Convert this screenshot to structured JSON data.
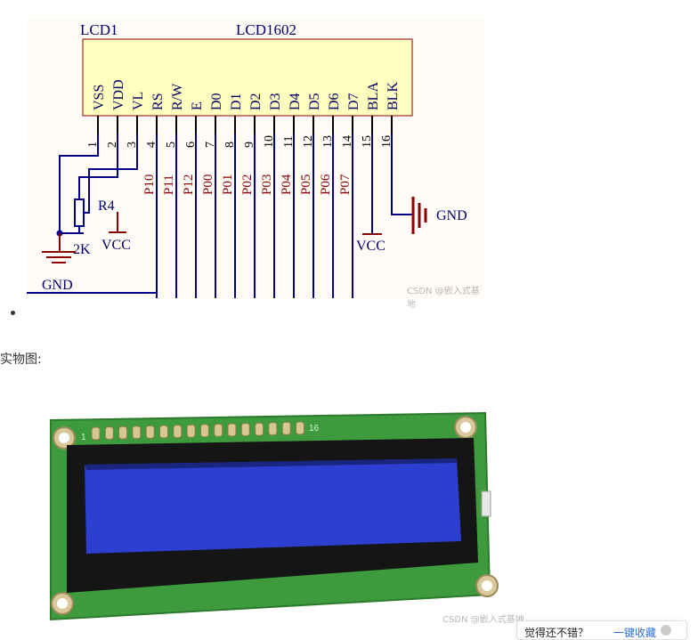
{
  "schematic": {
    "component_ref": "LCD1",
    "component_name": "LCD1602",
    "pins": [
      {
        "num": "1",
        "name": "VSS",
        "net": ""
      },
      {
        "num": "2",
        "name": "VDD",
        "net": ""
      },
      {
        "num": "3",
        "name": "VL",
        "net": ""
      },
      {
        "num": "4",
        "name": "RS",
        "net": "P10"
      },
      {
        "num": "5",
        "name": "R/W",
        "net": "P11"
      },
      {
        "num": "6",
        "name": "E",
        "net": "P12"
      },
      {
        "num": "7",
        "name": "D0",
        "net": "P00"
      },
      {
        "num": "8",
        "name": "D1",
        "net": "P01"
      },
      {
        "num": "9",
        "name": "D2",
        "net": "P02"
      },
      {
        "num": "10",
        "name": "D3",
        "net": "P03"
      },
      {
        "num": "11",
        "name": "D4",
        "net": "P04"
      },
      {
        "num": "12",
        "name": "D5",
        "net": "P05"
      },
      {
        "num": "13",
        "name": "D6",
        "net": "P06"
      },
      {
        "num": "14",
        "name": "D7",
        "net": "P07"
      },
      {
        "num": "15",
        "name": "BLA",
        "net": ""
      },
      {
        "num": "16",
        "name": "BLK",
        "net": ""
      }
    ],
    "resistor_ref": "R4",
    "resistor_value": "2K",
    "vcc_label_1": "VCC",
    "vcc_label_2": "VCC",
    "gnd_label_1": "GND",
    "gnd_label_2": "GND",
    "watermark": "CSDN @嵌入式基地",
    "colors": {
      "wire": "#00008b",
      "net": "#8b0000",
      "body": "#ffffc0",
      "text": "#00006b"
    }
  },
  "caption": "实物图:",
  "photo": {
    "pin1_label": "1",
    "pin16_label": "16",
    "watermark": "CSDN @嵌入式基地",
    "colors": {
      "pcb": "#3d9a3d",
      "bezel": "#151515",
      "screen": "#2d3fd0"
    }
  },
  "toolbar": {
    "question": "觉得还不错？",
    "action": "一键收藏"
  }
}
